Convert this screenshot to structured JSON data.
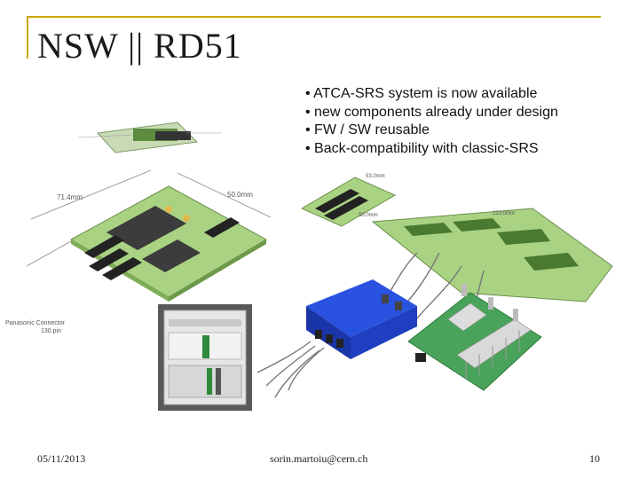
{
  "title": "NSW || RD51",
  "bullets": [
    "ATCA-SRS system is now available",
    "new components already under design",
    "FW / SW reusable",
    "Back-compatibility with classic-SRS"
  ],
  "figure": {
    "dim_left": "71.4mm",
    "dim_right": "50.0mm",
    "connector_label_1": "Panasonic Connector",
    "connector_label_2": "130 pin",
    "board_dim_1": "53.0mm",
    "board_dim_2": "50.0mm",
    "board_dim_3": "223.0mm"
  },
  "footer": {
    "date": "05/11/2013",
    "email": "sorin.martoiu@cern.ch",
    "page": "10"
  },
  "colors": {
    "accent": "#c8a900",
    "board_green": "#9fcf6a",
    "module_blue": "#1d3fbf"
  }
}
